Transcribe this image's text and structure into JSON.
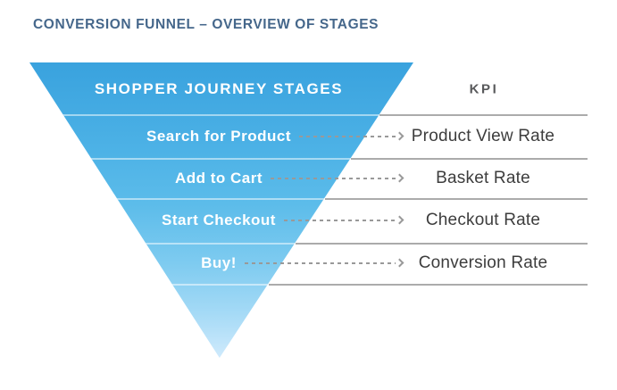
{
  "title": "CONVERSION FUNNEL – OVERVIEW OF STAGES",
  "funnel": {
    "header": "SHOPPER JOURNEY STAGES",
    "kpi_header": "KPI",
    "rows": [
      {
        "stage": "Search for Product",
        "kpi": "Product View Rate"
      },
      {
        "stage": "Add to Cart",
        "kpi": "Basket Rate"
      },
      {
        "stage": "Start Checkout",
        "kpi": "Checkout Rate"
      },
      {
        "stage": "Buy!",
        "kpi": "Conversion Rate"
      }
    ],
    "colors": {
      "funnel_top": "#39a2de",
      "funnel_bottom": "#cfeafc",
      "title_text": "#45678b",
      "stage_text": "#ffffff",
      "kpi_text": "#3d3d3d",
      "arrow": "#999999",
      "separator_line": "#ababab"
    }
  }
}
